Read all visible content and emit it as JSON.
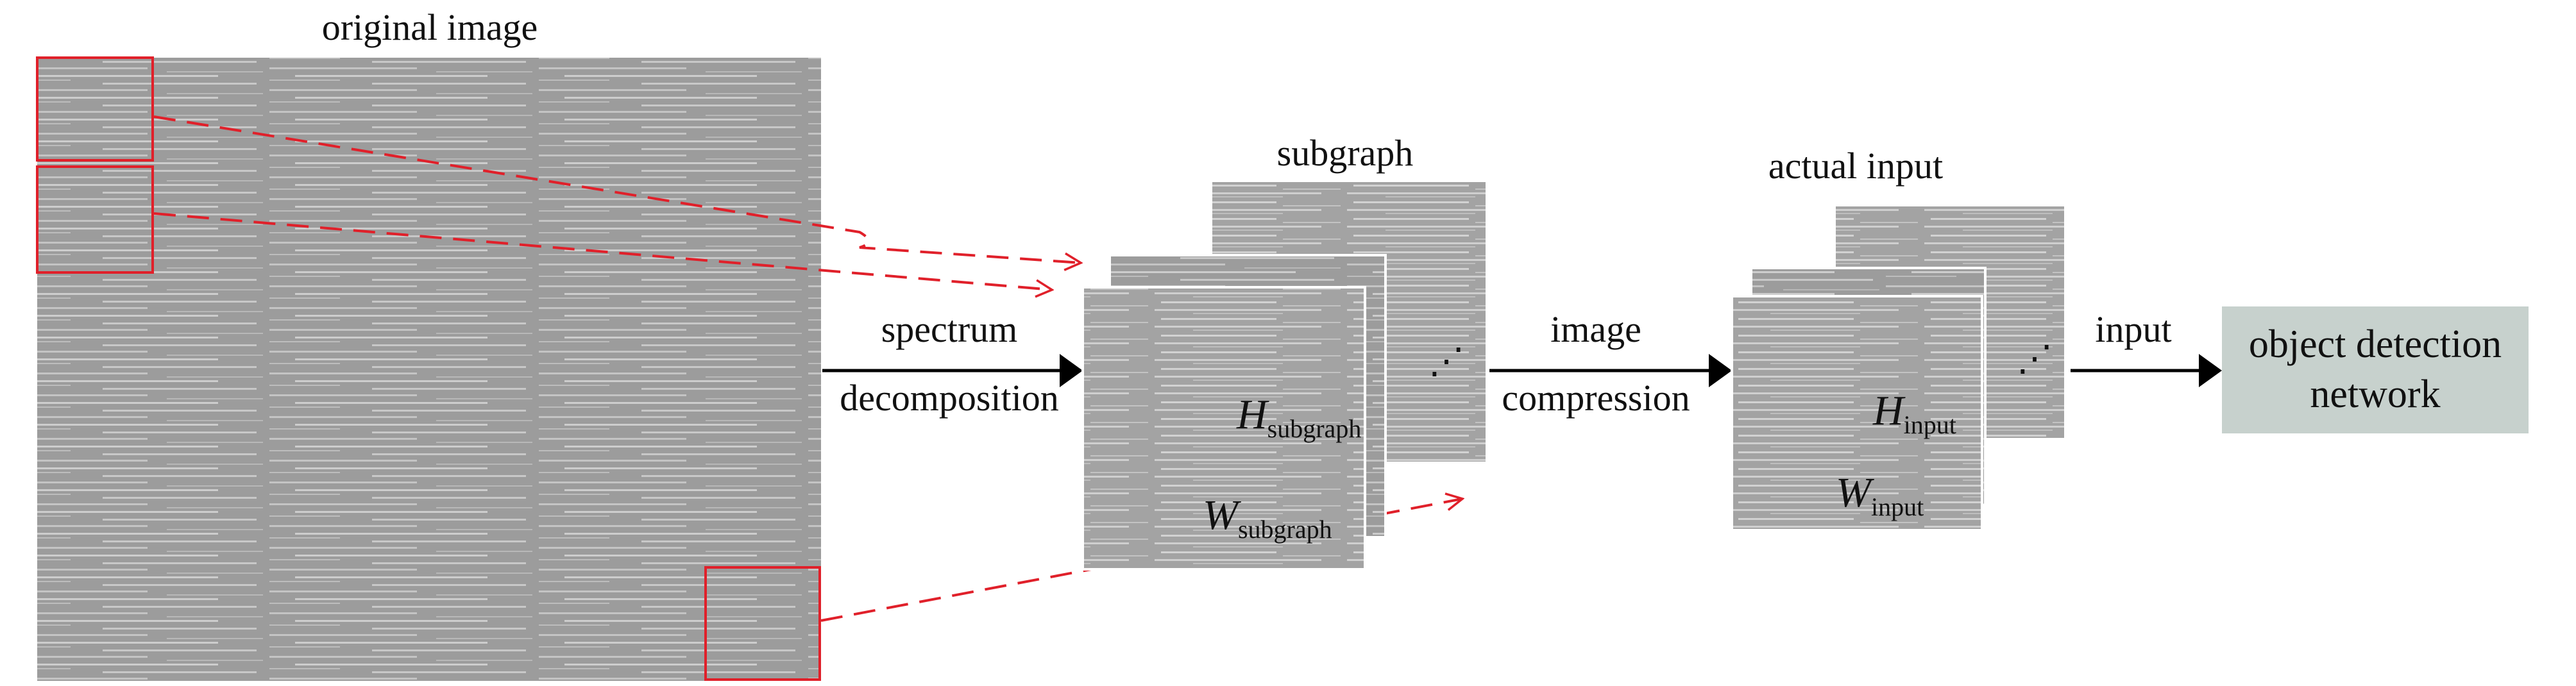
{
  "labels": {
    "original_image": "original image",
    "subgraph": "subgraph",
    "actual_input": "actual input",
    "spectrum": "spectrum",
    "decomposition": "decomposition",
    "image": "image",
    "compression": "compression",
    "input": "input",
    "network_line1": "object detection",
    "network_line2": "network"
  },
  "variables": {
    "h_subgraph": {
      "symbol": "H",
      "subscript": "subgraph"
    },
    "w_subgraph": {
      "symbol": "W",
      "subscript": "subgraph"
    },
    "h_input": {
      "symbol": "H",
      "subscript": "input"
    },
    "w_input": {
      "symbol": "W",
      "subscript": "input"
    }
  },
  "ellipsis": "⋰",
  "colors": {
    "image_gray": "#9c9c9c",
    "highlight_red": "#e0202a",
    "arrow_black": "#000000",
    "network_box": "#c7d1cd"
  }
}
